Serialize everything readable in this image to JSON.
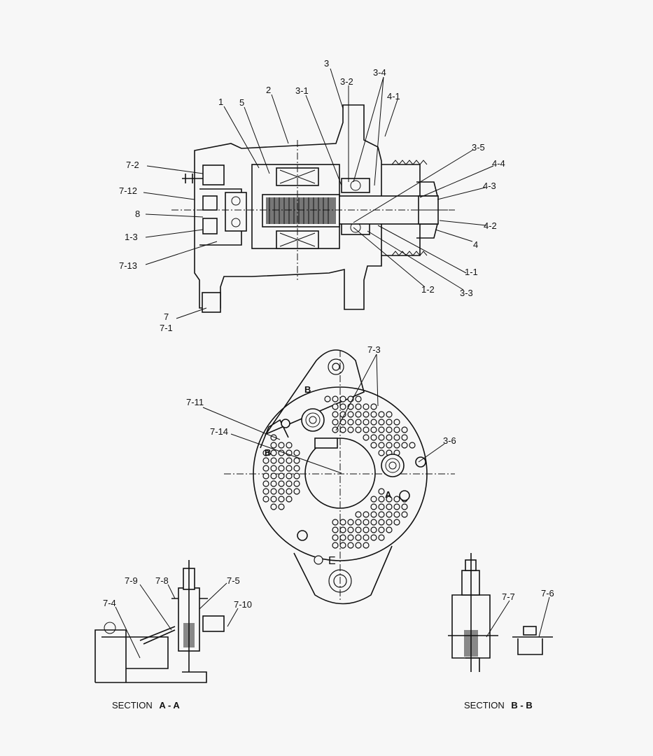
{
  "colors": {
    "background": "#f7f7f7",
    "ink": "#111111"
  },
  "side_view": {
    "labels": [
      "3",
      "3-2",
      "3-4",
      "4-1",
      "2",
      "3-1",
      "1",
      "5",
      "3-5",
      "4-4",
      "4-3",
      "7-2",
      "7-12",
      "8",
      "1-3",
      "7-13",
      "4-2",
      "4",
      "1-1",
      "1-2",
      "3-3",
      "7",
      "7-1"
    ]
  },
  "end_view": {
    "labels": [
      "7-3",
      "7-11",
      "7-14",
      "B",
      "B",
      "3-6",
      "A",
      "E"
    ]
  },
  "section_a": {
    "title_prefix": "SECTION",
    "title_id": "A - A",
    "labels": [
      "7-9",
      "7-8",
      "7-5",
      "7-4",
      "7-10"
    ]
  },
  "section_b": {
    "title_prefix": "SECTION",
    "title_id": "B - B",
    "labels": [
      "7-7",
      "7-6"
    ]
  }
}
